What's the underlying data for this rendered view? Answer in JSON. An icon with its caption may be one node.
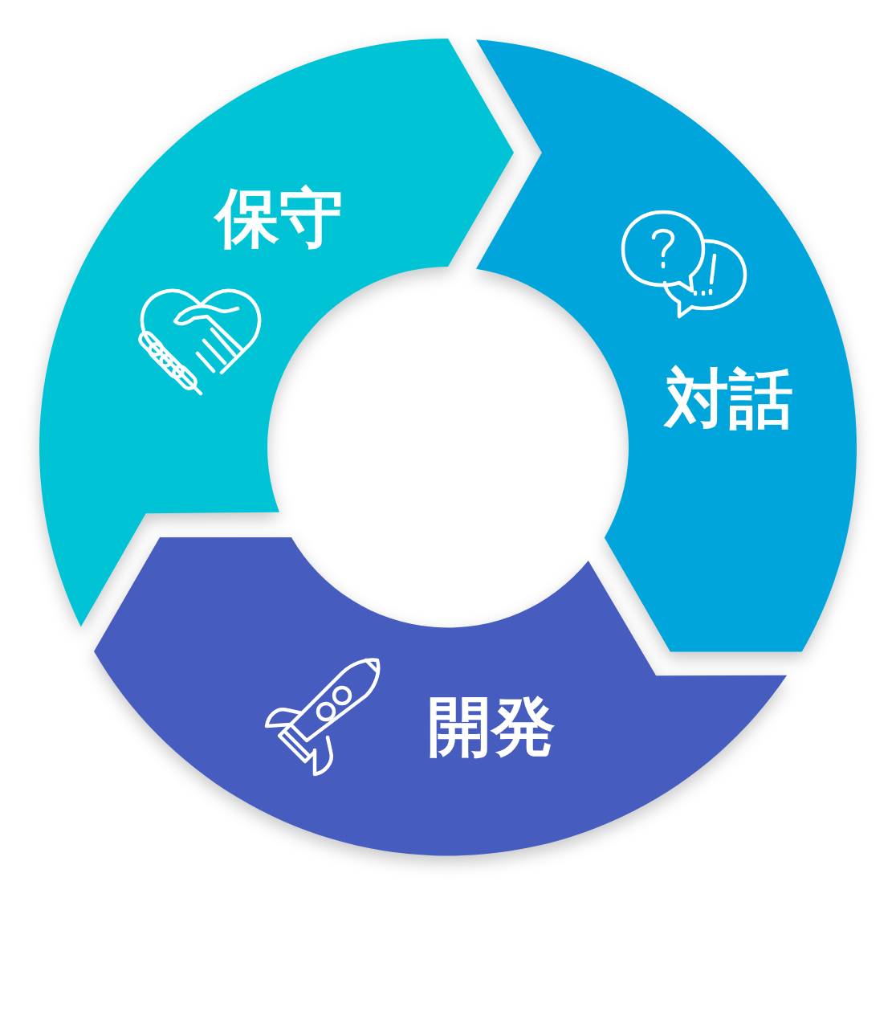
{
  "diagram": {
    "nodes": [
      {
        "text": [
          "保守"
        ]
      },
      {
        "text": [
          "対話"
        ]
      },
      {
        "text": [
          "開発"
        ]
      }
    ]
  }
}
